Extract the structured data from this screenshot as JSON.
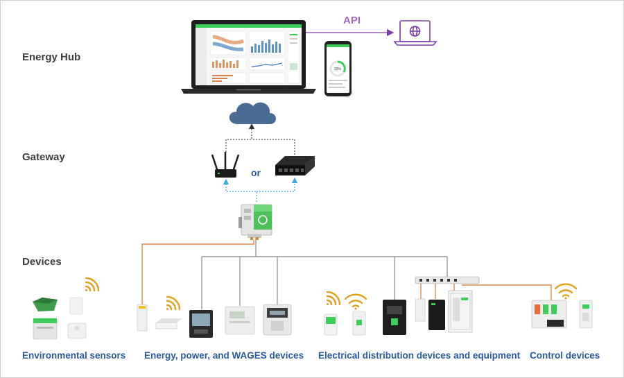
{
  "tiers": {
    "energy_hub": "Energy Hub",
    "gateway": "Gateway",
    "devices": "Devices"
  },
  "api_label": "API",
  "or_label": "or",
  "categories": {
    "environmental": "Environmental sensors",
    "energy": "Energy, power, and WAGES devices",
    "electrical": "Electrical distribution devices and equipment",
    "control": "Control devices"
  },
  "phone": {
    "readout": "33%"
  },
  "colors": {
    "tier_text": "#3d3d3d",
    "category_text": "#2a5aa0",
    "api": "#a366c9",
    "wired": "#999999",
    "serial": "#e08a4a",
    "wireless_link": "#3aa8e0",
    "wireless_icon": "#e0a020",
    "schneider_green": "#3dcd58"
  }
}
